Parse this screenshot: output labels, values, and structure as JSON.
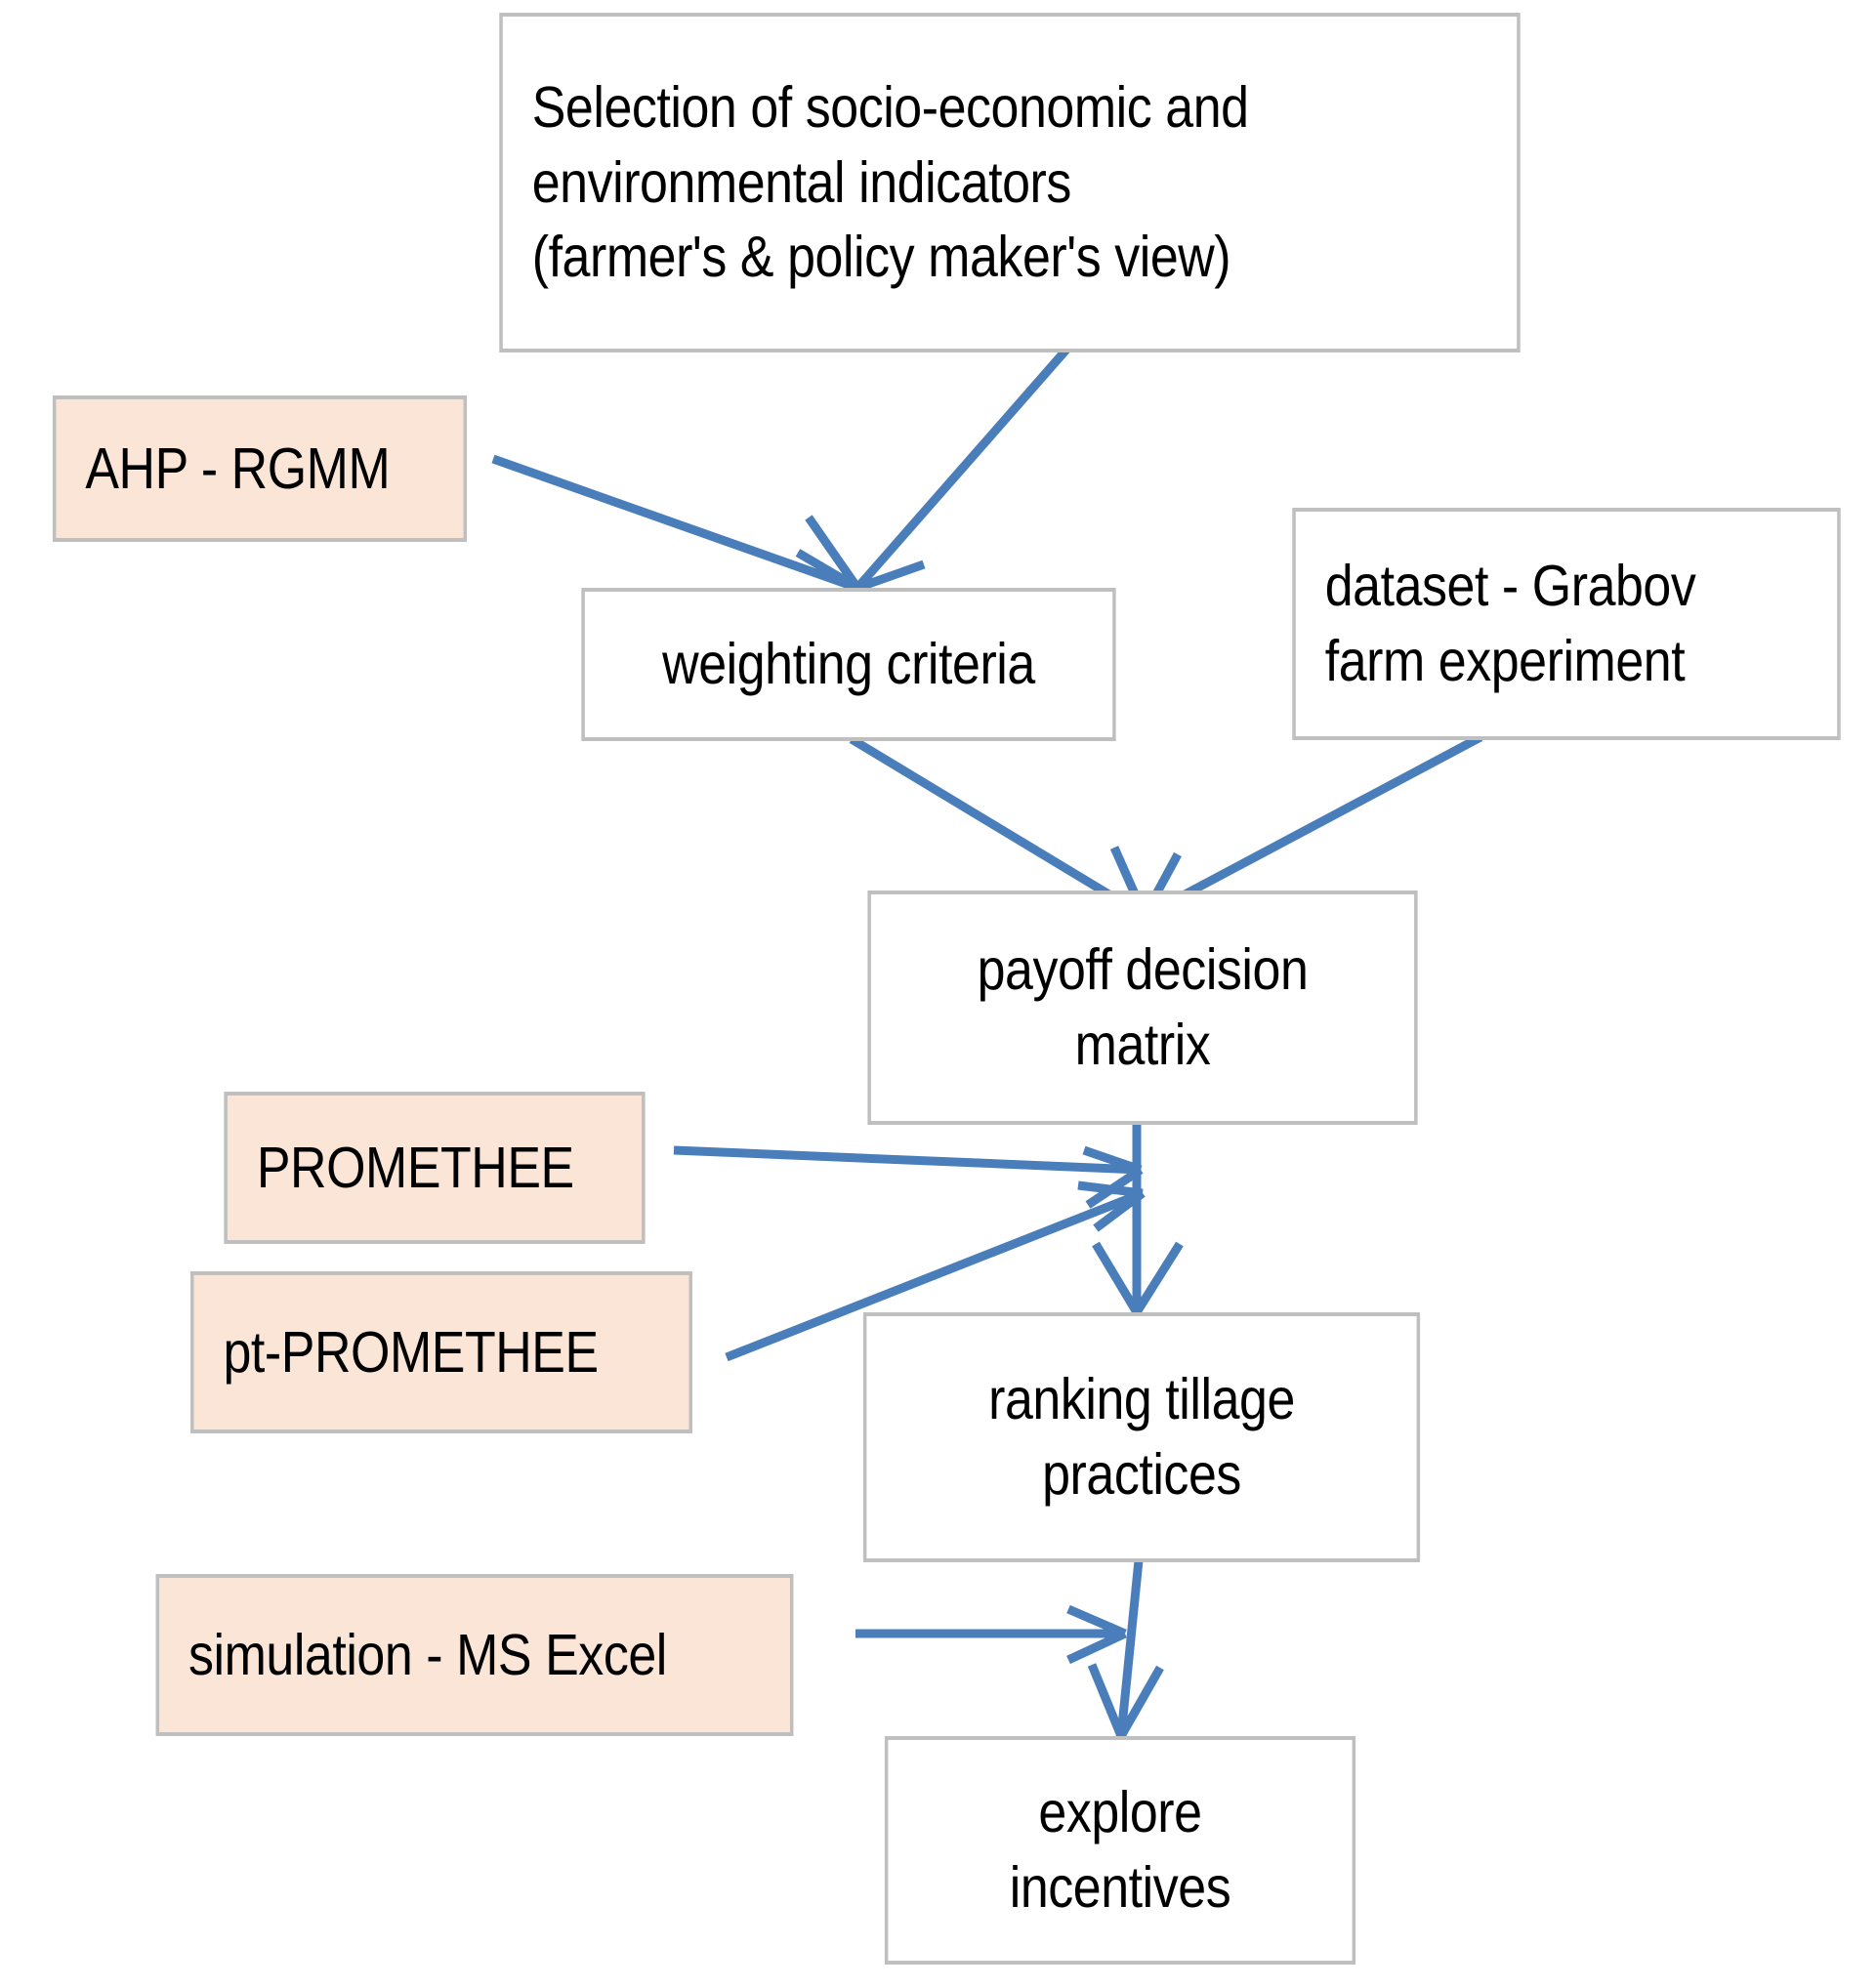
{
  "diagram": {
    "title": "Methodological framework flowchart",
    "colors": {
      "node_border": "#BFBFBF",
      "node_fill_white": "#FFFFFF",
      "node_fill_peach": "#FBE5D6",
      "arrow": "#4A7EBB",
      "text": "#000000",
      "background": "#FFFFFF"
    },
    "nodes": [
      {
        "id": "indicators",
        "label": "Selection of socio-economic and\nenvironmental indicators\n(farmer's & policy maker's view)",
        "type": "process",
        "fill": "white",
        "align": "left"
      },
      {
        "id": "ahp-rgmm",
        "label": "AHP - RGMM",
        "type": "method",
        "fill": "peach",
        "align": "left"
      },
      {
        "id": "weighting-criteria",
        "label": "weighting criteria",
        "type": "process",
        "fill": "white",
        "align": "center"
      },
      {
        "id": "dataset-grabov",
        "label": "dataset - Grabov\nfarm experiment",
        "type": "process",
        "fill": "white",
        "align": "left"
      },
      {
        "id": "payoff-matrix",
        "label": "payoff decision\nmatrix",
        "type": "process",
        "fill": "white",
        "align": "center"
      },
      {
        "id": "promethee",
        "label": "PROMETHEE",
        "type": "method",
        "fill": "peach",
        "align": "left"
      },
      {
        "id": "pt-promethee",
        "label": "pt-PROMETHEE",
        "type": "method",
        "fill": "peach",
        "align": "left"
      },
      {
        "id": "ranking-tillage",
        "label": "ranking tillage\npractices",
        "type": "process",
        "fill": "white",
        "align": "center"
      },
      {
        "id": "simulation-excel",
        "label": "simulation - MS Excel",
        "type": "method",
        "fill": "peach",
        "align": "left"
      },
      {
        "id": "explore-incentives",
        "label": "explore\nincentives",
        "type": "process",
        "fill": "white",
        "align": "center"
      }
    ],
    "edges": [
      {
        "from": "indicators",
        "to": "weighting-criteria"
      },
      {
        "from": "ahp-rgmm",
        "to": "weighting-criteria"
      },
      {
        "from": "weighting-criteria",
        "to": "payoff-matrix"
      },
      {
        "from": "dataset-grabov",
        "to": "payoff-matrix"
      },
      {
        "from": "promethee",
        "to": "payoff-matrix-bottom"
      },
      {
        "from": "pt-promethee",
        "to": "payoff-matrix-bottom"
      },
      {
        "from": "payoff-matrix",
        "to": "ranking-tillage"
      },
      {
        "from": "simulation-excel",
        "to": "ranking-tillage-bottom"
      },
      {
        "from": "ranking-tillage",
        "to": "explore-incentives"
      }
    ]
  }
}
